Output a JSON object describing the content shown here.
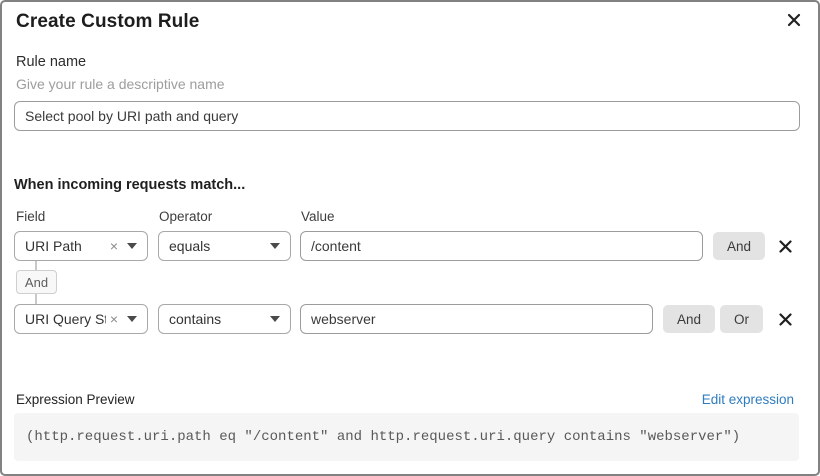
{
  "dialog": {
    "title": "Create Custom Rule"
  },
  "rule_name": {
    "label": "Rule name",
    "helper": "Give your rule a descriptive name",
    "value": "Select pool by URI path and query"
  },
  "match_builder": {
    "heading": "When incoming requests match...",
    "columns": {
      "field": "Field",
      "operator": "Operator",
      "value": "Value"
    },
    "rows": [
      {
        "field": "URI Path",
        "operator": "equals",
        "value": "/content"
      },
      {
        "field": "URI Query St...",
        "operator": "contains",
        "value": "webserver"
      }
    ],
    "joiner_label": "And",
    "and_button": "And",
    "or_button": "Or",
    "clear_glyph": "×"
  },
  "expression_preview": {
    "label": "Expression Preview",
    "edit_link": "Edit expression",
    "expression": "(http.request.uri.path eq \"/content\" and http.request.uri.query contains \"webserver\")"
  },
  "colors": {
    "link_blue": "#2f7cbe",
    "button_gray": "#e3e3e3",
    "code_background": "#f5f5f5",
    "dialog_border": "#828282"
  }
}
